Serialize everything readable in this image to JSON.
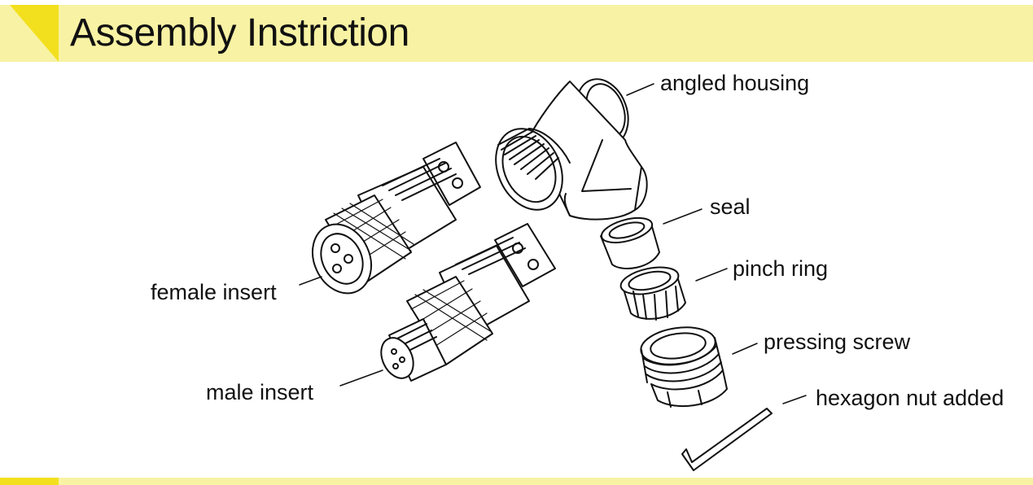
{
  "header": {
    "title": "Assembly Instriction",
    "band_color": "#f8f2a4",
    "accent_color": "#f2e01e"
  },
  "labels": {
    "angled_housing": "angled housing",
    "seal": "seal",
    "pinch_ring": "pinch ring",
    "pressing_screw": "pressing screw",
    "hexagon_nut_added": "hexagon nut added",
    "female_insert": "female insert",
    "male_insert": "male insert"
  },
  "footer": {
    "band_color": "#f8f2a4",
    "accent_color": "#f2e01e"
  }
}
